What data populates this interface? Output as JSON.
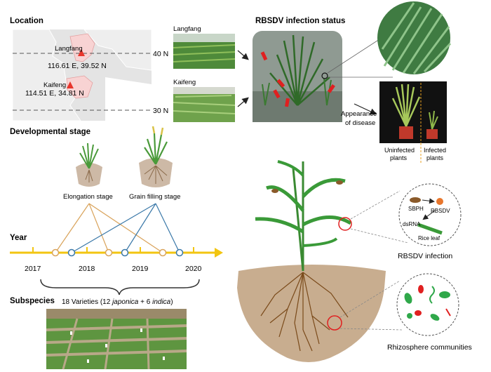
{
  "headers": {
    "location": "Location",
    "developmental_stage": "Developmental stage",
    "year": "Year",
    "subspecies": "Subspecies",
    "infection_status": "RBSDV infection status"
  },
  "map": {
    "lat_north": "40 N",
    "lat_south": "30 N",
    "sites": [
      {
        "name": "Langfang",
        "coords": "116.61 E, 39.52 N"
      },
      {
        "name": "Kaifeng",
        "coords": "114.51 E, 34.81 N"
      }
    ]
  },
  "field_photos": [
    "Langfang",
    "Kaifeng"
  ],
  "stages": [
    "Elongation stage",
    "Grain filling stage"
  ],
  "timeline": {
    "years": [
      "2017",
      "2018",
      "2019",
      "2020"
    ]
  },
  "varieties": {
    "prefix": "18 Varieties (12 ",
    "japonica": "japonica",
    "mid": " + 6 ",
    "indica": "indica",
    "suffix": ")"
  },
  "disease": {
    "line1": "Appearance",
    "line2": "of disease"
  },
  "comparison": {
    "uninfected_l1": "Uninfected",
    "uninfected_l2": "plants",
    "infected_l1": "Infected",
    "infected_l2": "plants"
  },
  "infection_inset": {
    "sbph": "SBPH",
    "rbsdv": "RBSDV",
    "dsrna": "dsRNA",
    "rice_leaf": "Rice leaf"
  },
  "captions": {
    "infection": "RBSDV infection",
    "rhizosphere": "Rhizosphere communities"
  },
  "colors": {
    "timeline": "#f2c511",
    "elongation_line": "#d9a35a",
    "grain_line": "#3a78a8",
    "marker": "#e8362c"
  }
}
